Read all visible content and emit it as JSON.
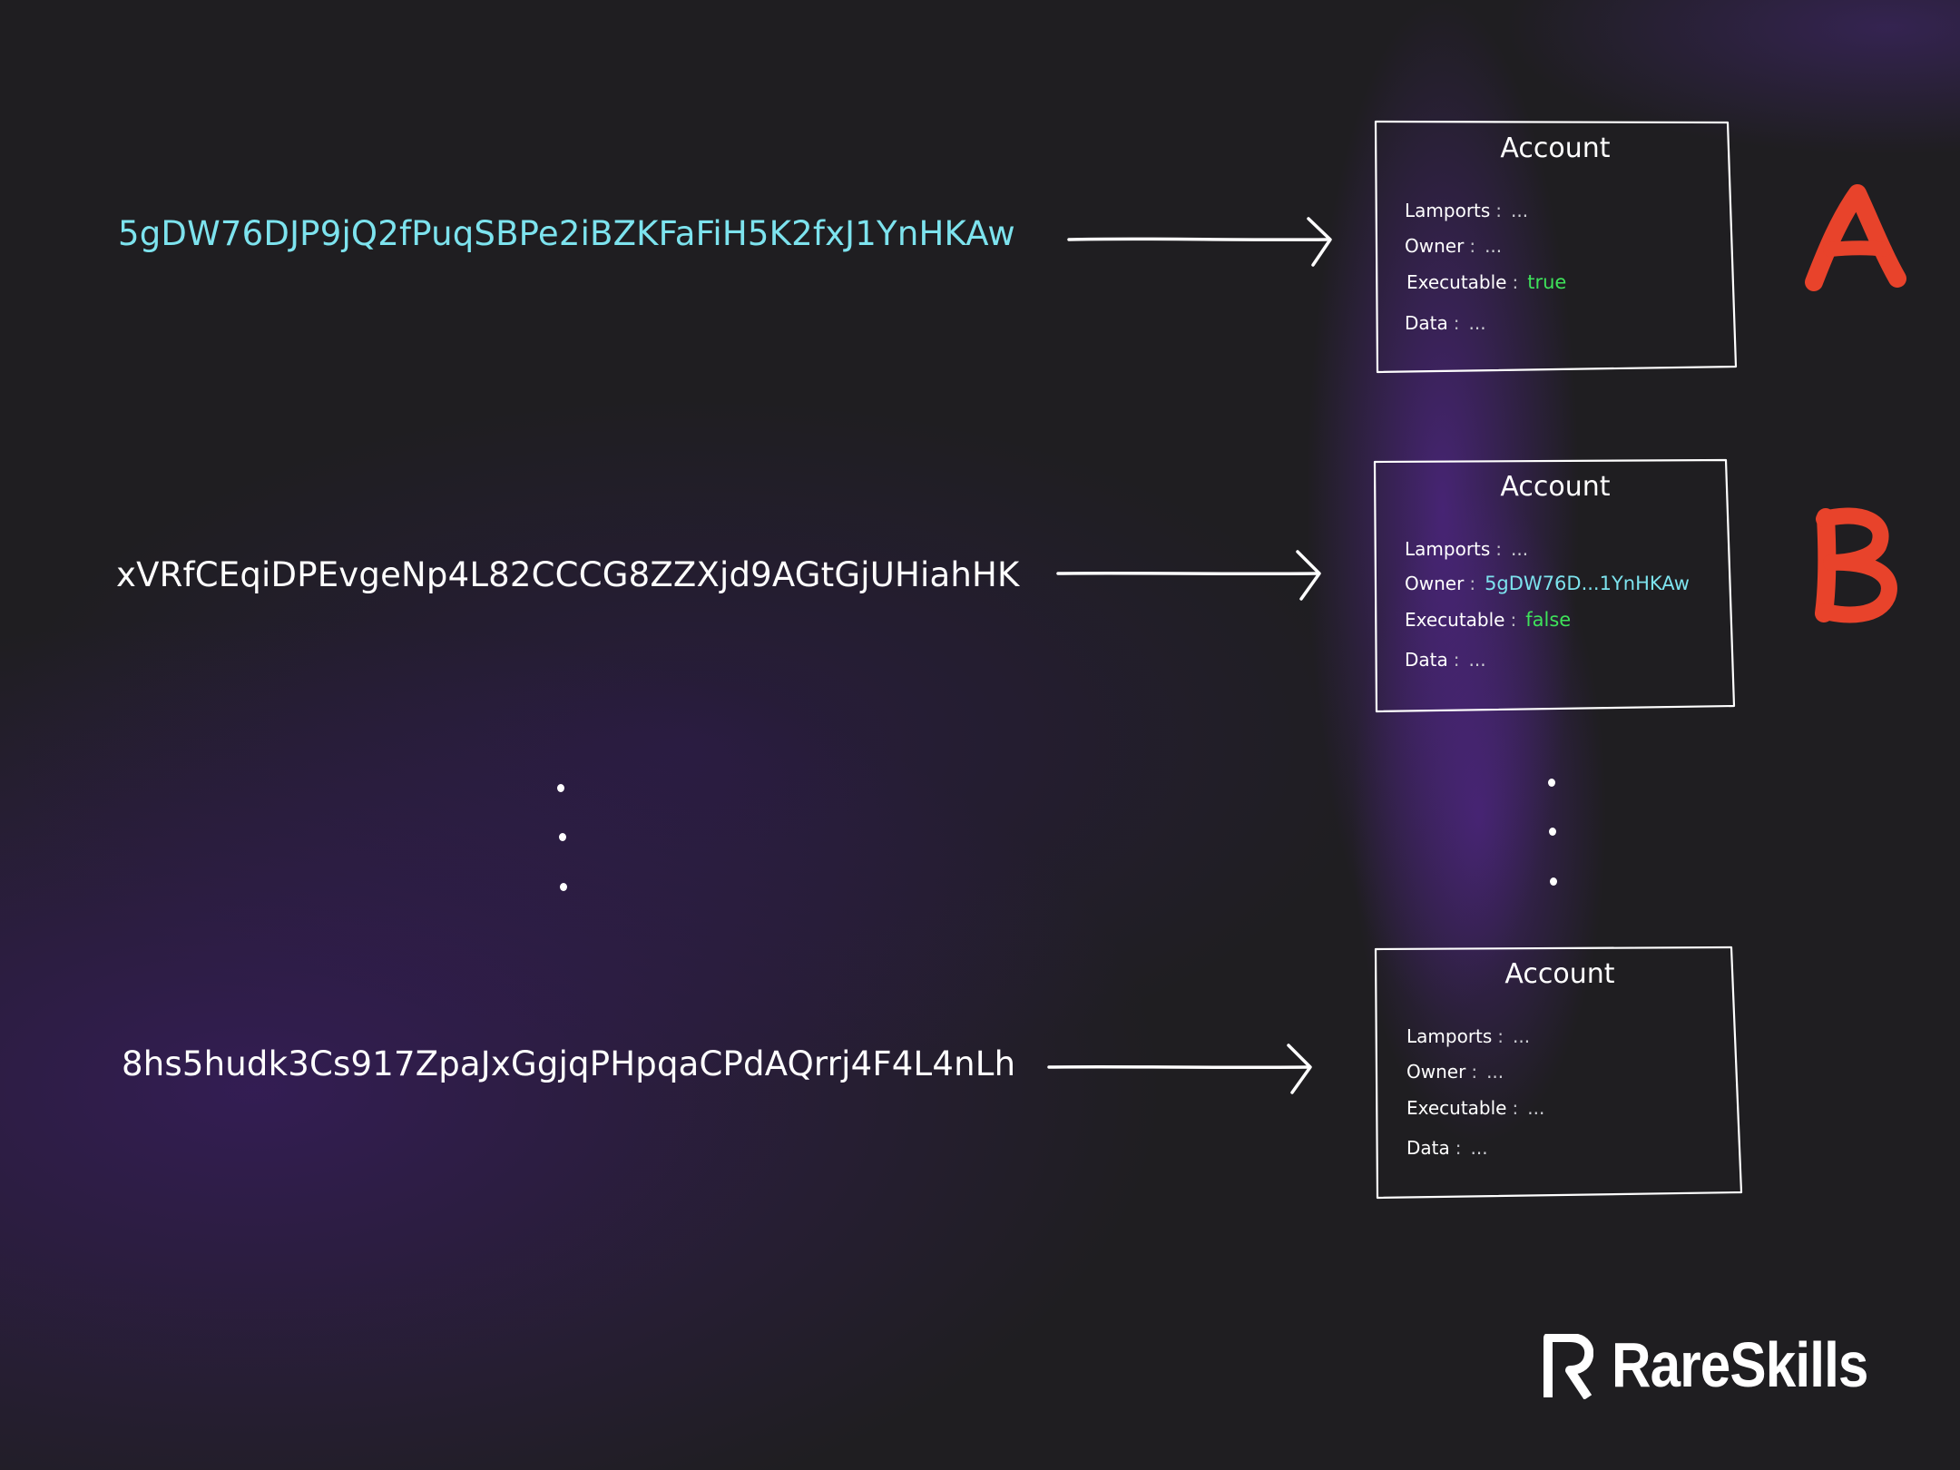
{
  "addresses": [
    {
      "text": "5gDW76DJP9jQ2fPuqSBPe2iBZKFaFiH5K2fxJ1YnHKAw",
      "color": "#7de3ee"
    },
    {
      "text": "xVRfCEqiDPEvgeNp4L82CCCG8ZZXjd9AGtGjUHiahHK",
      "color": "#ffffff"
    },
    {
      "text": "8hs5hudk3Cs917ZpaJxGgjqPHpqaCPdAQrrj4F4L4nLh",
      "color": "#ffffff"
    }
  ],
  "accounts": [
    {
      "title": "Account",
      "rows": [
        {
          "label": "Lamports",
          "sep": ":",
          "value": "..."
        },
        {
          "label": "Owner",
          "sep": ":",
          "value": "..."
        },
        {
          "label": "Executable",
          "sep": ":",
          "value": "true"
        },
        {
          "label": "Data",
          "sep": ":",
          "value": "..."
        }
      ]
    },
    {
      "title": "Account",
      "rows": [
        {
          "label": "Lamports",
          "sep": ":",
          "value": "..."
        },
        {
          "label": "Owner",
          "sep": ":",
          "value": "5gDW76D...1YnHKAw"
        },
        {
          "label": "Executable",
          "sep": ":",
          "value": "false"
        },
        {
          "label": "Data",
          "sep": ":",
          "value": "..."
        }
      ]
    },
    {
      "title": "Account",
      "rows": [
        {
          "label": "Lamports",
          "sep": ":",
          "value": "..."
        },
        {
          "label": "Owner",
          "sep": ":",
          "value": "..."
        },
        {
          "label": "Executable",
          "sep": ":",
          "value": "..."
        },
        {
          "label": "Data",
          "sep": ":",
          "value": "..."
        }
      ]
    }
  ],
  "labels": {
    "first": "A",
    "second": "B"
  },
  "brand": {
    "name": "RareSkills"
  },
  "colors": {
    "background": "#1f1e21",
    "purple_glow": "#5c28a0",
    "highlight_cyan": "#7de3ee",
    "value_green": "#3ee25a",
    "label_red": "#e8432b"
  }
}
